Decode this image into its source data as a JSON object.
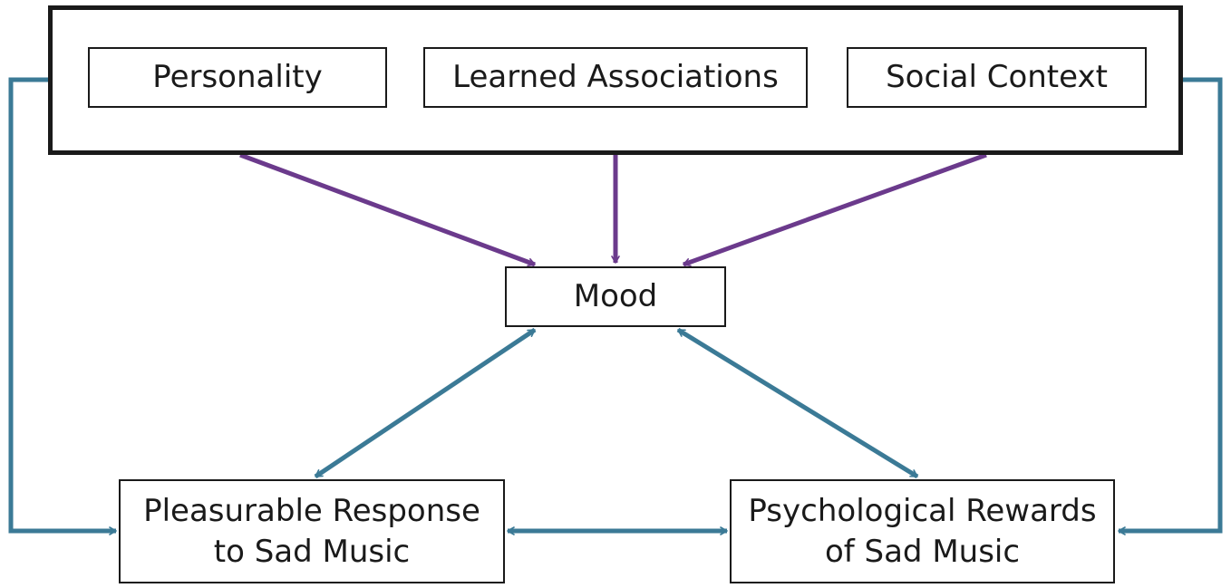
{
  "diagram": {
    "influences": [
      {
        "id": "personality",
        "label": "Personality"
      },
      {
        "id": "learned-associations",
        "label": "Learned Associations"
      },
      {
        "id": "social-context",
        "label": "Social Context"
      }
    ],
    "mood": {
      "label": "Mood"
    },
    "pleasurable_response": {
      "line1": "Pleasurable Response",
      "line2": "to Sad Music"
    },
    "psychological_rewards": {
      "line1": "Psychological Rewards",
      "line2": "of Sad Music"
    },
    "colors": {
      "purple_arrow": "#6b3a8c",
      "blue_arrow": "#3b7a96",
      "box_border": "#1a1a1a"
    }
  }
}
